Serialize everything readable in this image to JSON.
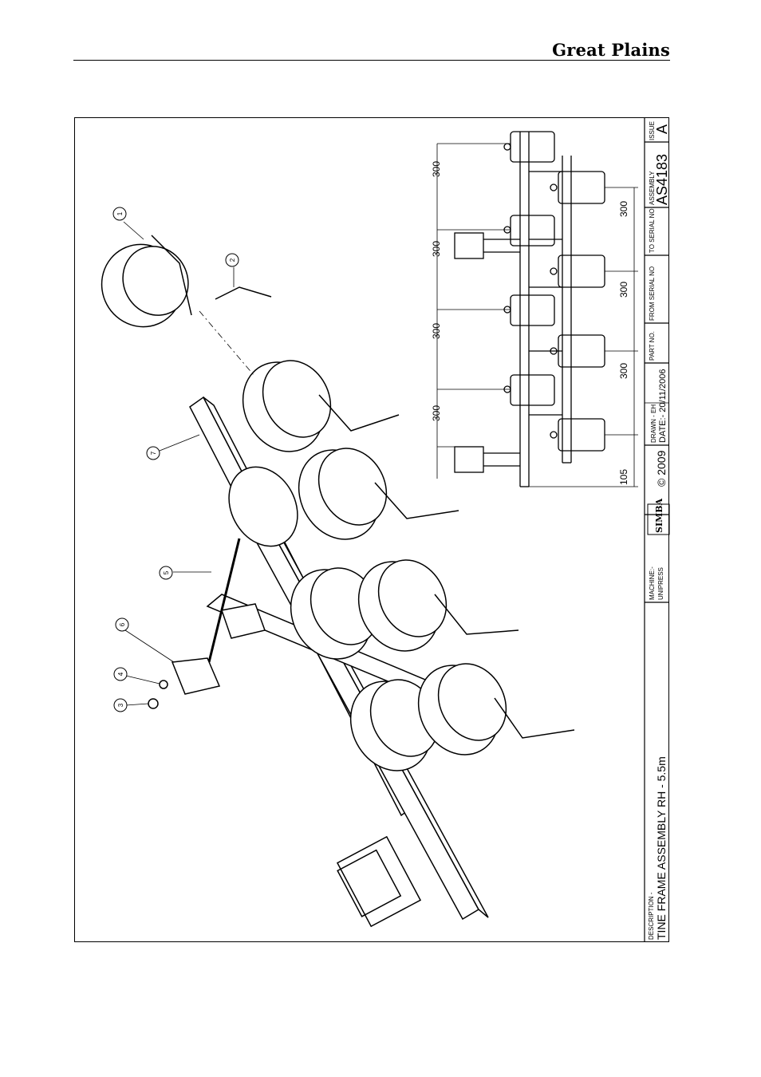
{
  "header": {
    "brand": "Great Plains"
  },
  "title_block": {
    "description_label": "DESCRIPTION -",
    "description": "TINE FRAME ASSEMBLY RH - 5.5m",
    "machine_label": "MACHINE:-",
    "machine": "UNIPRESS",
    "logo_text": "SIMBA",
    "copyright": "© 2009",
    "drawn": "DRAWN - EH",
    "date": "DATE:- 20/11/2006",
    "part_no_label": "PART NO.",
    "from_serial_label": "FROM SERIAL NO",
    "to_serial_label": "TO SERIAL NO.",
    "assembly_label": "ASSEMBLY",
    "assembly": "AS4183",
    "issue_label": "ISSUE",
    "issue": "A"
  },
  "balloons": [
    {
      "num": "1"
    },
    {
      "num": "2"
    },
    {
      "num": "3"
    },
    {
      "num": "4"
    },
    {
      "num": "5"
    },
    {
      "num": "6"
    },
    {
      "num": "7"
    }
  ],
  "dimensions": {
    "left_row": [
      "300",
      "300",
      "300",
      "300"
    ],
    "right_row": [
      "300",
      "300",
      "300",
      "105"
    ]
  }
}
